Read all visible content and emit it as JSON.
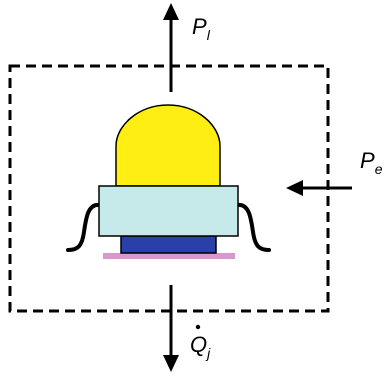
{
  "labels": {
    "top": {
      "main": "P",
      "sub": "l"
    },
    "right": {
      "main": "P",
      "sub": "e"
    },
    "bottom": {
      "main": "Q",
      "sub": "j",
      "accent": "dot"
    }
  },
  "colors": {
    "dome": "#FFEE11",
    "body": "#C6E9E9",
    "base": "#2B3FA8",
    "pad": "#D898CE",
    "stroke": "#000000",
    "boundary": "#000000"
  }
}
